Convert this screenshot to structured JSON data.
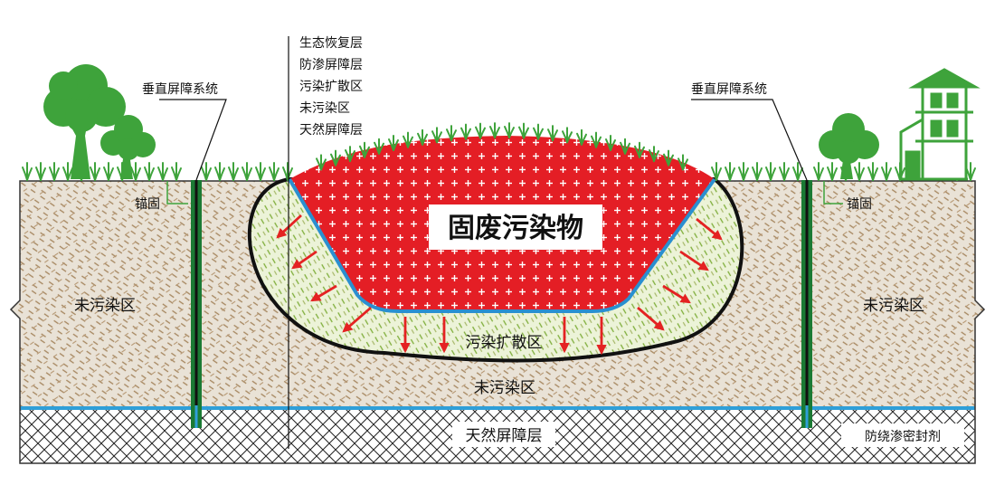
{
  "legend": [
    "生态恢复层",
    "防渗屏障层",
    "污染扩散区",
    "未污染区",
    "天然屏障层"
  ],
  "labels": {
    "left_barrier": "垂直屏障系统",
    "right_barrier": "垂直屏障系统",
    "left_anchor": "锚固",
    "right_anchor": "锚固",
    "left_zone": "未污染区",
    "right_zone": "未污染区",
    "bottom_zone": "未污染区",
    "waste": "固废污染物",
    "diffusion": "污染扩散区",
    "natural_barrier": "天然屏障层",
    "sealant": "防绕渗密封剂"
  },
  "colors": {
    "soil": "#e9e2d6",
    "soil_mark": "#a5855d",
    "contaminated": "#ecf3d8",
    "contaminated_mark": "#7fae3a",
    "waste": "#e41e25",
    "liner": "#2a8fd0",
    "barrier": "#1b7a34",
    "water_line": "#2f9fd8",
    "tree": "#3ea33b",
    "arrow": "#e42222",
    "house": "#3ea33b"
  }
}
